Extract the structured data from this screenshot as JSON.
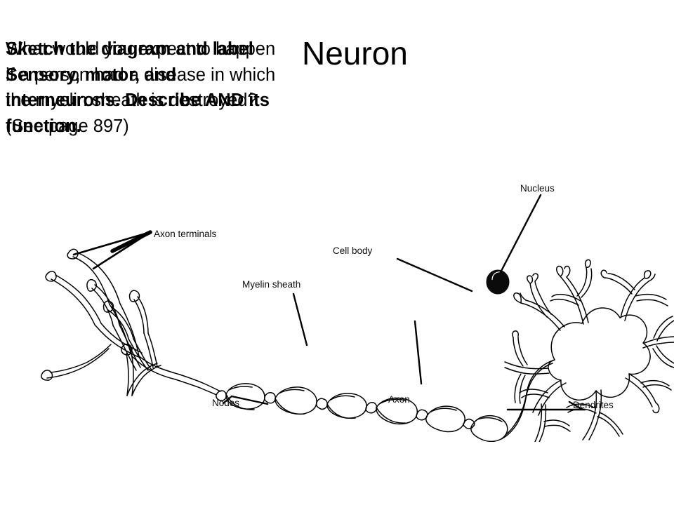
{
  "slide": {
    "title": "Neuron",
    "background_color": "#ffffff",
    "text_color": "#000000"
  },
  "question_block": {
    "primary_text": "What would you expect to happen if a person had a disease in which the myelin sheath is destroyed?\n(See page 897)",
    "secondary_text": "Sketch the diagram and label Sensory, motor, and interneurons. Describe AND its function.",
    "page_reference": "(See page 897)"
  },
  "diagram": {
    "name": "neuron-diagram",
    "line_color": "#000000",
    "nucleus_fill": "#0b0b0b",
    "labels": [
      {
        "id": "axon-terminals",
        "text": "Axon terminals"
      },
      {
        "id": "myelin-sheath",
        "text": "Myelin sheath"
      },
      {
        "id": "cell-body",
        "text": "Cell body"
      },
      {
        "id": "nucleus",
        "text": "Nucleus"
      },
      {
        "id": "nodes",
        "text": "Nodes"
      },
      {
        "id": "axon",
        "text": "Axon"
      },
      {
        "id": "dendrites",
        "text": "Dendrites"
      }
    ]
  }
}
